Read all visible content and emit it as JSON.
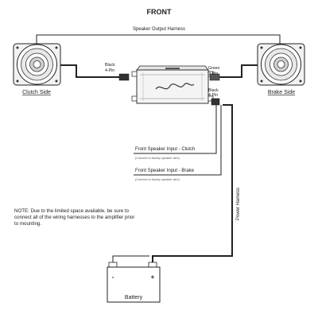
{
  "title": "FRONT",
  "harness_labels": {
    "speaker_output": "Speaker Output Harness",
    "power": "Power Harness"
  },
  "speakers": {
    "left_label": "Clutch Side",
    "right_label": "Brake Side"
  },
  "connectors": {
    "left_color": "Black",
    "left_pins": "4-Pin",
    "green_color": "Green",
    "green_pins": "3-Pin",
    "right_color": "Black",
    "right_pins": "4-Pin"
  },
  "inputs": {
    "clutch_label": "Front Speaker Input - Clutch",
    "clutch_sub": "(Connect to factory speaker wire)",
    "brake_label": "Front Speaker Input - Brake",
    "brake_sub": "(Connect to factory speaker wire)"
  },
  "note": {
    "line1": "NOTE: Due to the limited space available, be sure to",
    "line2": "connect all of the wiring harnesses to the amplifier prior",
    "line3": "to mounting."
  },
  "battery": {
    "label": "Battery",
    "negative": "-",
    "positive": "+"
  }
}
